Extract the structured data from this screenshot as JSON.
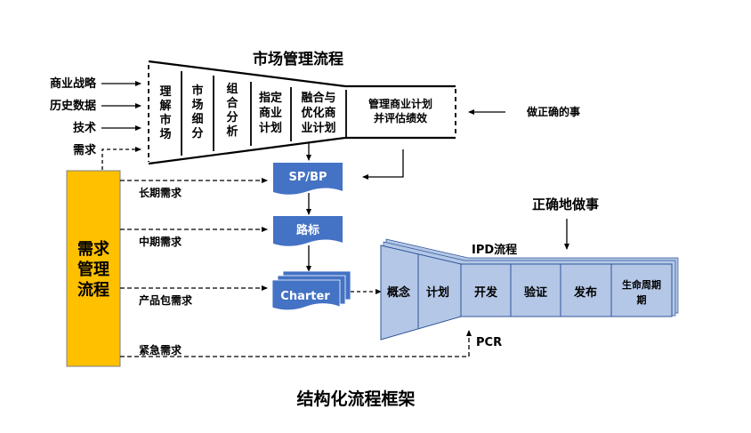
{
  "title": "结构化流程框架",
  "market": {
    "title": "市场管理流程",
    "steps": [
      [
        "理",
        "解",
        "市",
        "场"
      ],
      [
        "市",
        "场",
        "细",
        "分"
      ],
      [
        "组",
        "合",
        "分",
        "析"
      ],
      [
        "指定",
        "商业",
        "计划"
      ],
      [
        "融合与",
        "优化商",
        "业计划"
      ]
    ],
    "manage": [
      "管理商业计划",
      "并评估绩效"
    ],
    "inputs": [
      "商业战略",
      "历史数据",
      "技术",
      "需求"
    ],
    "do_right_thing": "做正确的事"
  },
  "demand": {
    "box_lines": [
      "需求",
      "管理",
      "流程"
    ],
    "flows": [
      "长期需求",
      "中期需求",
      "产品包需求",
      "紧急需求"
    ]
  },
  "flow_boxes": {
    "spbp": "SP/BP",
    "roadmap": "路标",
    "charter": "Charter"
  },
  "ipd": {
    "title": "IPD流程",
    "do_things_right": "正确地做事",
    "phases": [
      "概念",
      "计划",
      "开发",
      "验证",
      "发布",
      "生命周期",
      "期"
    ],
    "pcr": "PCR"
  },
  "colors": {
    "blue_box": "#4472c4",
    "ipd_fill": "#b4c7e7",
    "ipd_stroke": "#2f5597",
    "demand_fill": "#ffc000"
  }
}
